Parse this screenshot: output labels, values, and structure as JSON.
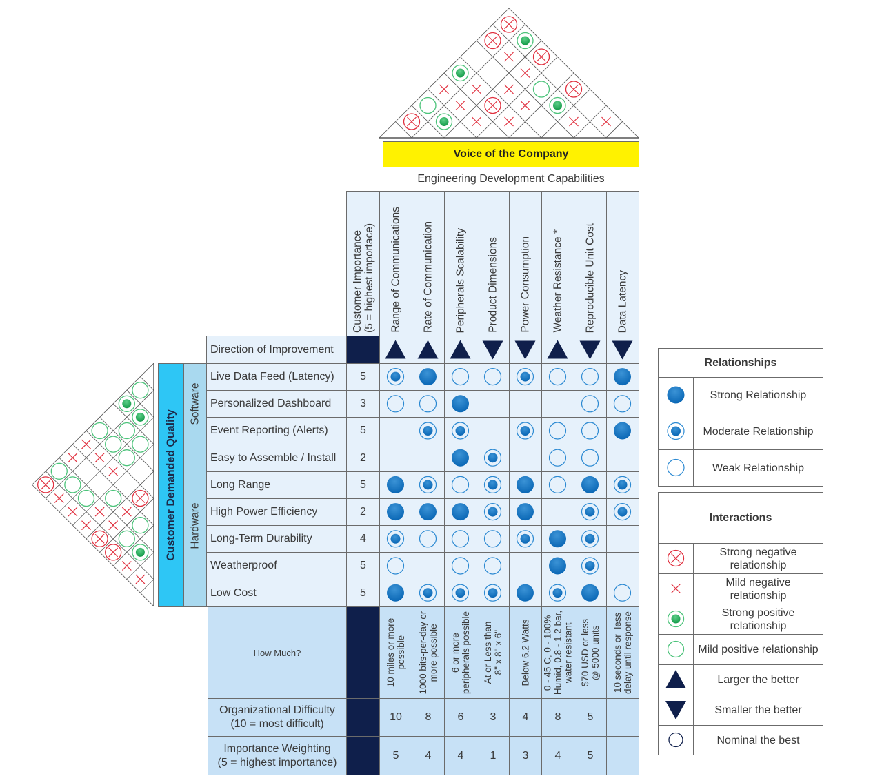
{
  "header": {
    "voice_of_company": "Voice of the Company",
    "engineering_capabilities": "Engineering Development Capabilities",
    "customer_importance": "Customer Importance\n(5 = highest importace)",
    "columns": [
      "Range of Communications",
      "Rate of Communication",
      "Peripherals Scalability",
      "Product Dimensions",
      "Power Consumption",
      "Weather Resistance *",
      "Reproducible Unit Cost",
      "Data Latency"
    ]
  },
  "direction": {
    "label": "Direction of Improvement",
    "values": [
      "up",
      "up",
      "up",
      "down",
      "down",
      "up",
      "down",
      "down"
    ]
  },
  "customer_demanded_quality": "Customer Demanded Quality",
  "categories": [
    {
      "label": "Software",
      "rows": 3
    },
    {
      "label": "Hardware",
      "rows": 6
    }
  ],
  "rows": [
    {
      "label": "Live Data Feed (Latency)",
      "importance": "5",
      "rel": [
        "M",
        "S",
        "W",
        "W",
        "M",
        "W",
        "W",
        "S"
      ]
    },
    {
      "label": "Personalized Dashboard",
      "importance": "3",
      "rel": [
        "W",
        "W",
        "S",
        "",
        "",
        "",
        "W",
        "W"
      ]
    },
    {
      "label": "Event Reporting (Alerts)",
      "importance": "5",
      "rel": [
        "",
        "M",
        "M",
        "",
        "M",
        "W",
        "W",
        "S"
      ]
    },
    {
      "label": "Easy to Assemble / Install",
      "importance": "2",
      "rel": [
        "",
        "",
        "S",
        "M",
        "",
        "W",
        "W",
        ""
      ]
    },
    {
      "label": "Long Range",
      "importance": "5",
      "rel": [
        "S",
        "M",
        "W",
        "M",
        "S",
        "W",
        "S",
        "M"
      ]
    },
    {
      "label": "High Power Efficiency",
      "importance": "2",
      "rel": [
        "S",
        "S",
        "S",
        "M",
        "S",
        "",
        "M",
        "M"
      ]
    },
    {
      "label": "Long-Term Durability",
      "importance": "4",
      "rel": [
        "M",
        "W",
        "W",
        "W",
        "M",
        "S",
        "M",
        ""
      ]
    },
    {
      "label": "Weatherproof",
      "importance": "5",
      "rel": [
        "W",
        "",
        "W",
        "W",
        "",
        "S",
        "M",
        ""
      ]
    },
    {
      "label": "Low Cost",
      "importance": "5",
      "rel": [
        "S",
        "M",
        "M",
        "M",
        "S",
        "M",
        "S",
        "W"
      ]
    }
  ],
  "how_much": {
    "label": "How Much?",
    "values": [
      "10 miles or more\npossible",
      "1000 bits-per-day or\nmore possible",
      "6 or more\nperipherals possible",
      "At or Less than\n8\" x 8\" x 6\"",
      "Below 6.2 Watts",
      "0 - 45 C, 0 - 100%\nHumid, 0.8 - 1.2 bar,\nwater resistant",
      "$70 USD or less\n@ 5000 units",
      "10 seconds or  less\ndelay until response"
    ]
  },
  "org_difficulty": {
    "label": "Organizational Difficulty\n(10 = most difficult)",
    "values": [
      "10",
      "8",
      "6",
      "3",
      "4",
      "8",
      "5",
      ""
    ]
  },
  "importance_weighting": {
    "label": "Importance Weighting\n(5 = highest importance)",
    "values": [
      "5",
      "4",
      "4",
      "1",
      "3",
      "4",
      "5",
      ""
    ]
  },
  "roof_interactions": [
    {
      "a": 0,
      "b": 7,
      "t": "SN"
    },
    {
      "a": 0,
      "b": 6,
      "t": "SN"
    },
    {
      "a": 1,
      "b": 7,
      "t": "SP"
    },
    {
      "a": 1,
      "b": 6,
      "t": "MN"
    },
    {
      "a": 2,
      "b": 7,
      "t": "SN"
    },
    {
      "a": 0,
      "b": 4,
      "t": "SP"
    },
    {
      "a": 2,
      "b": 6,
      "t": "MN"
    },
    {
      "a": 0,
      "b": 3,
      "t": "MN"
    },
    {
      "a": 1,
      "b": 4,
      "t": "MN"
    },
    {
      "a": 2,
      "b": 5,
      "t": "MN"
    },
    {
      "a": 3,
      "b": 6,
      "t": "MP"
    },
    {
      "a": 4,
      "b": 7,
      "t": "SN"
    },
    {
      "a": 0,
      "b": 2,
      "t": "MP"
    },
    {
      "a": 1,
      "b": 3,
      "t": "MN"
    },
    {
      "a": 2,
      "b": 4,
      "t": "SN"
    },
    {
      "a": 3,
      "b": 5,
      "t": "MN"
    },
    {
      "a": 4,
      "b": 6,
      "t": "SP"
    },
    {
      "a": 0,
      "b": 1,
      "t": "SN"
    },
    {
      "a": 1,
      "b": 2,
      "t": "SP"
    },
    {
      "a": 2,
      "b": 3,
      "t": "MN"
    },
    {
      "a": 3,
      "b": 4,
      "t": "MN"
    },
    {
      "a": 5,
      "b": 6,
      "t": "MN"
    },
    {
      "a": 6,
      "b": 7,
      "t": "MN"
    }
  ],
  "side_interactions": [
    {
      "a": 0,
      "b": 1,
      "t": "MP"
    },
    {
      "a": 0,
      "b": 2,
      "t": "SP"
    },
    {
      "a": 1,
      "b": 2,
      "t": "SP"
    },
    {
      "a": 0,
      "b": 4,
      "t": "MP"
    },
    {
      "a": 1,
      "b": 3,
      "t": "MP"
    },
    {
      "a": 1,
      "b": 4,
      "t": "MP"
    },
    {
      "a": 2,
      "b": 3,
      "t": "MP"
    },
    {
      "a": 2,
      "b": 4,
      "t": "MP"
    },
    {
      "a": 0,
      "b": 5,
      "t": "MN"
    },
    {
      "a": 0,
      "b": 6,
      "t": "MN"
    },
    {
      "a": 1,
      "b": 5,
      "t": "MN"
    },
    {
      "a": 2,
      "b": 5,
      "t": "MN"
    },
    {
      "a": 0,
      "b": 7,
      "t": "MP"
    },
    {
      "a": 0,
      "b": 8,
      "t": "SN"
    },
    {
      "a": 1,
      "b": 7,
      "t": "MP"
    },
    {
      "a": 1,
      "b": 8,
      "t": "MN"
    },
    {
      "a": 2,
      "b": 7,
      "t": "MP"
    },
    {
      "a": 3,
      "b": 6,
      "t": "MP"
    },
    {
      "a": 4,
      "b": 5,
      "t": "SN"
    },
    {
      "a": 2,
      "b": 8,
      "t": "MN"
    },
    {
      "a": 3,
      "b": 7,
      "t": "MN"
    },
    {
      "a": 4,
      "b": 6,
      "t": "MN"
    },
    {
      "a": 3,
      "b": 8,
      "t": "MN"
    },
    {
      "a": 4,
      "b": 7,
      "t": "MN"
    },
    {
      "a": 5,
      "b": 6,
      "t": "MP"
    },
    {
      "a": 4,
      "b": 8,
      "t": "SN"
    },
    {
      "a": 5,
      "b": 7,
      "t": "MP"
    },
    {
      "a": 5,
      "b": 8,
      "t": "SN"
    },
    {
      "a": 6,
      "b": 7,
      "t": "SP"
    },
    {
      "a": 6,
      "b": 8,
      "t": "MN"
    },
    {
      "a": 7,
      "b": 8,
      "t": "MN"
    }
  ],
  "legend": {
    "relationships_title": "Relationships",
    "relationships": [
      {
        "icon": "S",
        "label": "Strong Relationship"
      },
      {
        "icon": "M",
        "label": "Moderate Relationship"
      },
      {
        "icon": "W",
        "label": "Weak Relationship"
      }
    ],
    "interactions_title": "Interactions",
    "interactions": [
      {
        "icon": "SN",
        "label": "Strong negative\nrelationship"
      },
      {
        "icon": "MN",
        "label": "Mild negative\nrelationship"
      },
      {
        "icon": "SP",
        "label": "Strong positive\nrelationship"
      },
      {
        "icon": "MP",
        "label": "Mild positive relationship"
      },
      {
        "icon": "up",
        "label": "Larger the better"
      },
      {
        "icon": "down",
        "label": "Smaller the better"
      },
      {
        "icon": "nominal",
        "label": "Nominal the best"
      }
    ]
  },
  "colors": {
    "navy": "#0f1f4b",
    "blue": "#137acb",
    "red": "#e0303f",
    "green": "#26b05a",
    "yellow": "#fff200",
    "cdq": "#2ec6f5"
  }
}
